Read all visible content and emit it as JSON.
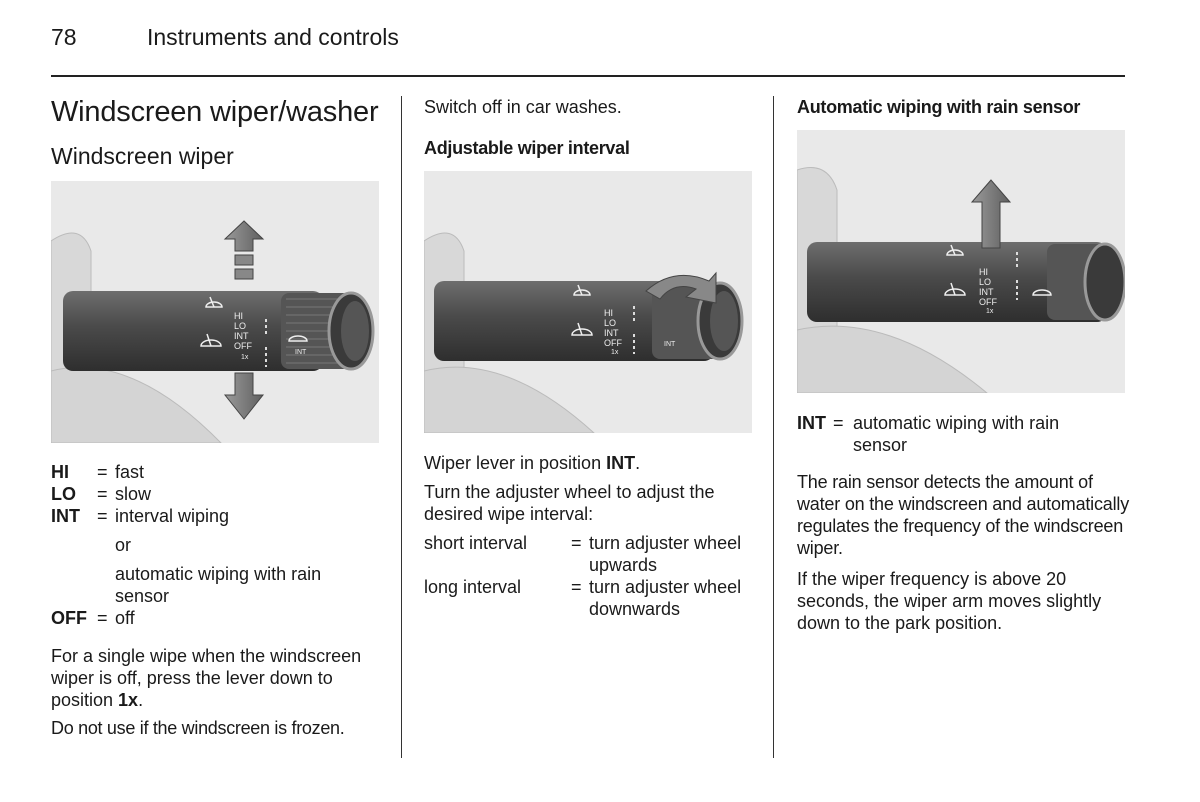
{
  "header": {
    "page_number": "78",
    "title": "Instruments and controls"
  },
  "col1": {
    "heading": "Windscreen wiper/washer",
    "subheading": "Windscreen wiper",
    "figure_labels": {
      "hi": "HI",
      "lo": "LO",
      "int": "INT",
      "off": "OFF",
      "one_x": "1x",
      "int_wheel": "INT"
    },
    "defs": [
      {
        "key": "HI",
        "eq": "=",
        "val": "fast"
      },
      {
        "key": "LO",
        "eq": "=",
        "val": "slow"
      },
      {
        "key": "INT",
        "eq": "=",
        "val": "interval wiping"
      },
      {
        "or": "or"
      },
      {
        "val": "automatic wiping with rain sensor"
      },
      {
        "key": "OFF",
        "eq": "=",
        "val": "off"
      }
    ],
    "para1_pre": "For a single wipe when the windscreen wiper is off, press the lever down to position ",
    "para1_bold": "1x",
    "para1_post": ".",
    "para2": "Do not use if the windscreen is frozen."
  },
  "col2": {
    "intro": "Switch off in car washes.",
    "heading": "Adjustable wiper interval",
    "para1_pre": "Wiper lever in position ",
    "para1_bold": "INT",
    "para1_post": ".",
    "para2": "Turn the adjuster wheel to adjust the desired wipe interval:",
    "table": [
      {
        "k": "short interval",
        "eq": "=",
        "v": "turn adjuster wheel upwards"
      },
      {
        "k": "long interval",
        "eq": "=",
        "v": "turn adjuster wheel downwards"
      }
    ]
  },
  "col3": {
    "heading": "Automatic wiping with rain sensor",
    "def_key": "INT",
    "def_eq": "=",
    "def_val": "automatic wiping with rain sensor",
    "para1": "The rain sensor detects the amount of water on the windscreen and automatically regulates the frequency of the windscreen wiper.",
    "para2": "If the wiper frequency is above 20 seconds, the wiper arm moves slightly down to the park position."
  }
}
